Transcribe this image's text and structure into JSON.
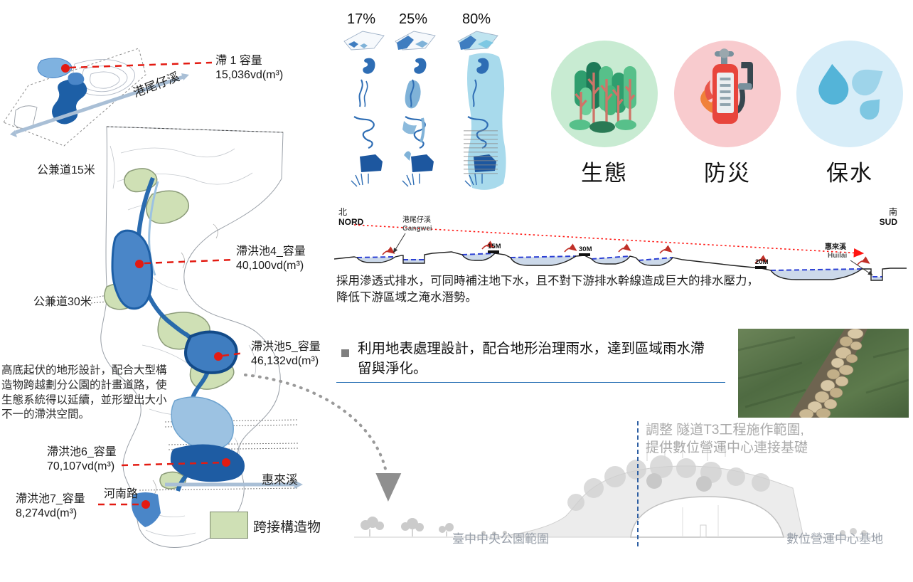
{
  "left_map": {
    "gangwei_label": "港尾仔溪",
    "detention1": {
      "line1": "滯 1 容量",
      "line2": "15,036vd(m³)"
    },
    "road15": "公兼道15米",
    "road30": "公兼道30米",
    "pond4": {
      "line1": "滯洪池4_容量",
      "line2": "40,100vd(m³)"
    },
    "pond5": {
      "line1": "滯洪池5_容量",
      "line2": "46,132vd(m³)"
    },
    "pond6": {
      "line1": "滯洪池6_容量",
      "line2": "70,107vd(m³)"
    },
    "pond7": {
      "line1": "滯洪池7_容量",
      "line2": "8,274vd(m³)"
    },
    "henan_road": "河南路",
    "huilai_stream": "惠來溪",
    "terrain_note": "高底起伏的地形設計，配合大型構造物跨越劃分公園的計畫道路，使生態系統得以延續，並形塑出大小不一的滯洪空間。",
    "legend_label": "跨接構造物"
  },
  "coverage_maps": {
    "percents": [
      "17%",
      "25%",
      "80%"
    ]
  },
  "benefit_icons": [
    {
      "label": "生態",
      "icon": "forest-icon",
      "bg": "#c8ebd2"
    },
    {
      "label": "防災",
      "icon": "fire-extinguisher-icon",
      "bg": "#f8cbce"
    },
    {
      "label": "保水",
      "icon": "water-drops-icon",
      "bg": "#d7edf8"
    }
  ],
  "section_diagram": {
    "north_cn": "北",
    "north": "NORD",
    "south_cn": "南",
    "south": "SUD",
    "gangwei_cn": "港尾仔溪",
    "gangwei_en": "Gangwei",
    "huilai_cn": "惠來溪",
    "huilai_en": "Huilai",
    "markers": [
      "15M",
      "30M",
      "20M"
    ]
  },
  "drainage_text": {
    "line1": "採用滲透式排水，可同時補注地下水，且不對下游排水幹線造成巨大的排水壓力，",
    "line2": "降低下游區域之淹水潛勢。"
  },
  "surface_bullet": {
    "line1": "利用地表處理設計，配合地形治理雨水，達到區域雨水滯",
    "line2": "留與淨化。"
  },
  "bottom_section": {
    "t3_note_line1": "調整 隧道T3工程施作範圍,",
    "t3_note_line2": "提供數位營運中心連接基礎",
    "park_scope": "臺中中央公園範圍",
    "center_site": "數位營運中心基地"
  },
  "colors": {
    "annotation_red": "#e31b12",
    "pond_dark_blue": "#1d5fa6",
    "pond_mid_blue": "#4a86c8",
    "pond_light_blue": "#9cc2e2",
    "bridge_green": "#cfe0b5",
    "water_dash_blue": "#2b3fd4",
    "divider_blue": "#2e75b6",
    "scope_line_blue": "#2e5fa3",
    "muted_gray": "#a9a9a9"
  }
}
